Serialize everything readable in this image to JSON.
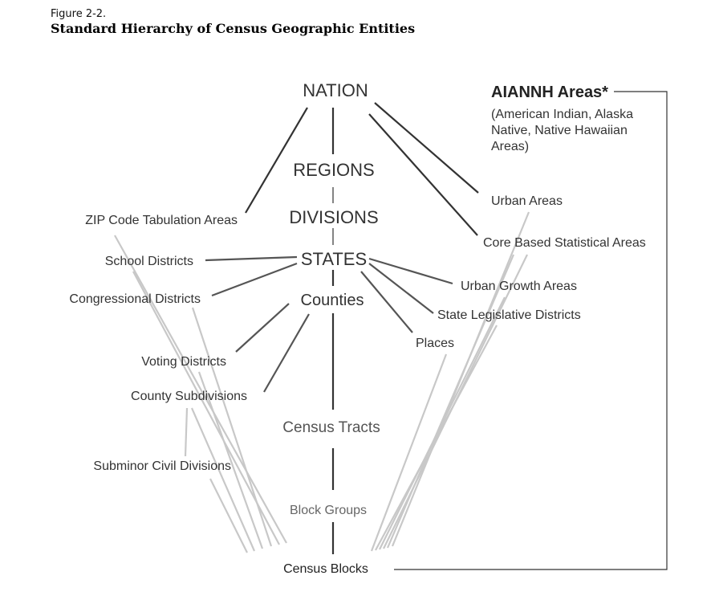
{
  "figure": {
    "label": "Figure 2-2.",
    "title": "Standard Hierarchy of Census Geographic Entities"
  },
  "nodes": {
    "nation": "NATION",
    "regions": "REGIONS",
    "divisions": "DIVISIONS",
    "states": "STATES",
    "counties": "Counties",
    "census_tracts": "Census Tracts",
    "block_groups": "Block Groups",
    "census_blocks": "Census Blocks",
    "zcta": "ZIP Code Tabulation Areas",
    "school_districts": "School Districts",
    "congressional_districts": "Congressional Districts",
    "voting_districts": "Voting Districts",
    "county_subdivisions": "County Subdivisions",
    "subminor_civil_divisions": "Subminor Civil Divisions",
    "urban_areas": "Urban Areas",
    "cbsa": "Core Based Statistical Areas",
    "urban_growth_areas": "Urban Growth Areas",
    "state_legislative_districts": "State Legislative Districts",
    "places": "Places",
    "aiannh": {
      "title": "AIANNH Areas*",
      "desc_lines": [
        "(American Indian, Alaska",
        "Native, Native Hawaiian",
        "Areas)"
      ]
    }
  },
  "colors": {
    "dark_line": "#333333",
    "mid_line": "#555555",
    "light_line": "#c8c8c8"
  }
}
